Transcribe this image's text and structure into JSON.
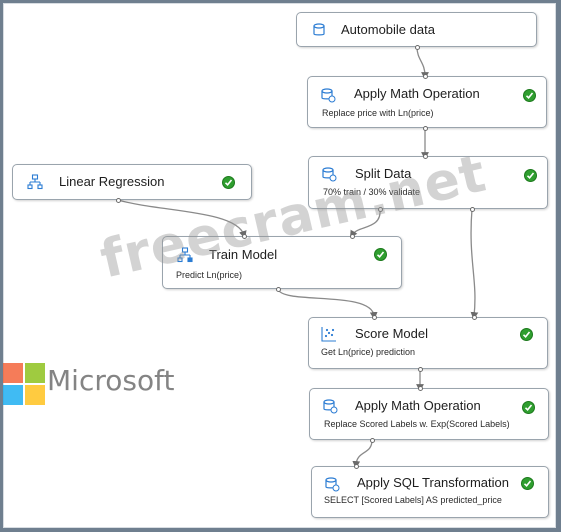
{
  "modules": {
    "automobile": {
      "title": "Automobile data"
    },
    "apply_math_1": {
      "title": "Apply Math Operation",
      "subtitle": "Replace price with Ln(price)"
    },
    "split": {
      "title": "Split Data",
      "subtitle": "70% train / 30% validate"
    },
    "linear": {
      "title": "Linear Regression"
    },
    "train": {
      "title": "Train Model",
      "subtitle": "Predict Ln(price)"
    },
    "score": {
      "title": "Score Model",
      "subtitle": "Get Ln(price) prediction"
    },
    "apply_math_2": {
      "title": "Apply Math Operation",
      "subtitle": "Replace Scored Labels w. Exp(Scored Labels)"
    },
    "sql": {
      "title": "Apply SQL Transformation",
      "subtitle": "SELECT [Scored Labels] AS predicted_price"
    }
  },
  "watermark": "freecram.net",
  "logo": {
    "text": "Microsoft"
  },
  "colors": {
    "status_ok": "#2f9e2f",
    "icon_blue": "#2b7cd3",
    "edge": "#8a8a8a"
  }
}
